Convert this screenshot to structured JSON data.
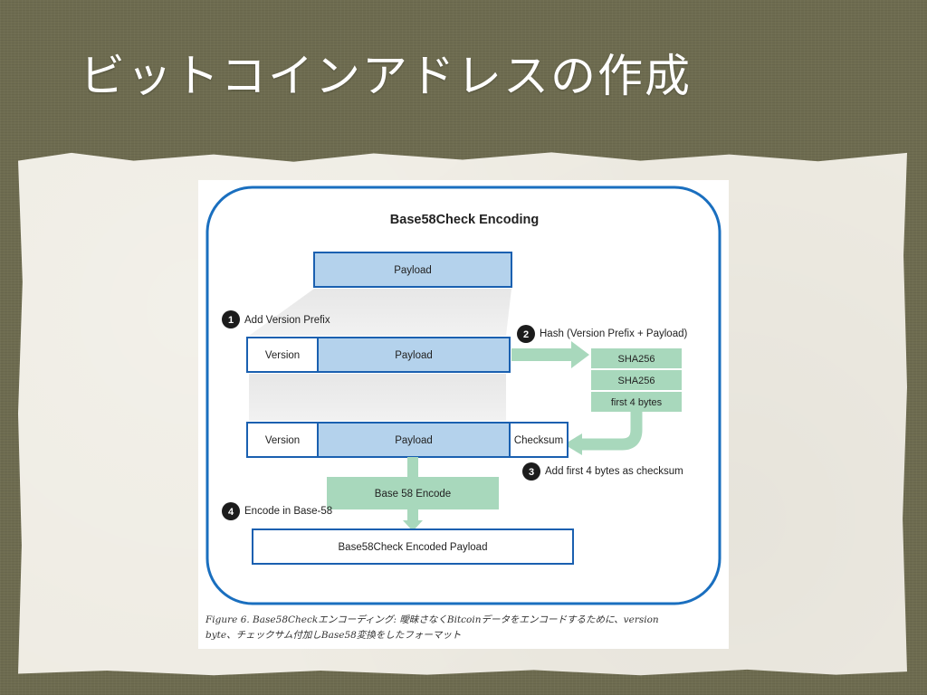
{
  "slide": {
    "title": "ビットコインアドレスの作成"
  },
  "diagram": {
    "title": "Base58Check Encoding",
    "steps": [
      {
        "num": "1",
        "label": "Add Version Prefix"
      },
      {
        "num": "2",
        "label": "Hash (Version Prefix + Payload)"
      },
      {
        "num": "3",
        "label": "Add first 4 bytes as checksum"
      },
      {
        "num": "4",
        "label": "Encode in Base-58"
      }
    ],
    "boxes": {
      "payload": "Payload",
      "version": "Version",
      "checksum": "Checksum",
      "sha256_a": "SHA256",
      "sha256_b": "SHA256",
      "first4": "first 4 bytes",
      "base58_encode": "Base 58 Encode",
      "result": "Base58Check Encoded Payload"
    },
    "colors": {
      "frame": "#1a6fbf",
      "payload_fill": "#b4d2ec",
      "box_border": "#1a60b0",
      "green": "#a8d8bc",
      "step_circle": "#1c1c1c"
    }
  },
  "caption": {
    "line1": "Figure 6. Base58Checkエンコーディング: 曖昧さなくBitcoinデータをエンコードするために、version",
    "line2": "byte、チェックサム付加しBase58変換をしたフォーマット"
  }
}
